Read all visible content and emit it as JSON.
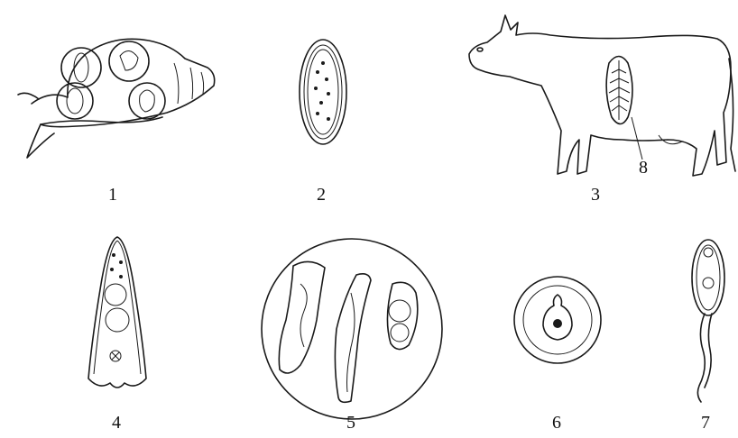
{
  "labels": {
    "stage1": "1",
    "stage2": "2",
    "stage3": "3",
    "stage4": "4",
    "stage5": "5",
    "stage6": "6",
    "stage7": "7",
    "fluke_pointer": "8"
  }
}
